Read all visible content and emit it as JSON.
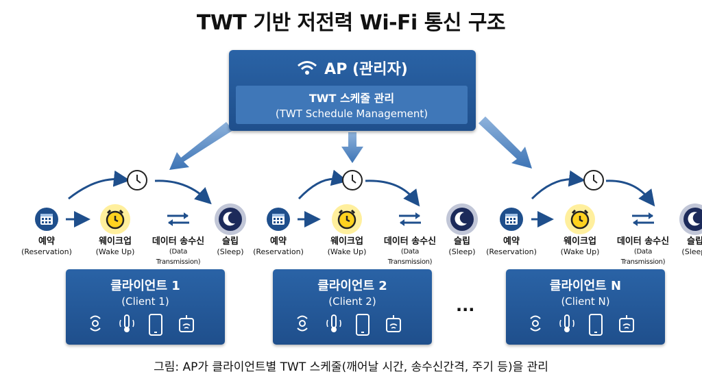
{
  "title": "TWT 기반 저전력 Wi-Fi 통신 구조",
  "ap": {
    "label": "AP (관리자)",
    "schedule_ko": "TWT 스케줄 관리",
    "schedule_en": "(TWT Schedule Management)"
  },
  "groups": [
    {
      "steps": [
        {
          "ko": "예약",
          "en": "(Reservation)",
          "icon": "calendar-icon"
        },
        {
          "ko": "웨이크업",
          "en": "(Wake Up)",
          "icon": "alarm-clock-icon"
        },
        {
          "ko": "데이터 송수신",
          "en": "(Data Transmission)",
          "icon": "exchange-arrows-icon"
        },
        {
          "ko": "슬립",
          "en": "(Sleep)",
          "icon": "moon-icon"
        }
      ],
      "client_ko": "클라이언트 1",
      "client_en": "(Client 1)"
    },
    {
      "steps": [
        {
          "ko": "예약",
          "en": "(Reservation)",
          "icon": "calendar-icon"
        },
        {
          "ko": "웨이크업",
          "en": "(Wake Up)",
          "icon": "alarm-clock-icon"
        },
        {
          "ko": "데이터 송수신",
          "en": "(Data Transmission)",
          "icon": "exchange-arrows-icon"
        },
        {
          "ko": "슬립",
          "en": "(Sleep)",
          "icon": "moon-icon"
        }
      ],
      "client_ko": "클라이언트 2",
      "client_en": "(Client 2)"
    },
    {
      "steps": [
        {
          "ko": "예약",
          "en": "(Reservation)",
          "icon": "calendar-icon"
        },
        {
          "ko": "웨이크업",
          "en": "(Wake Up)",
          "icon": "alarm-clock-icon"
        },
        {
          "ko": "데이터 송수신",
          "en": "(Data Transmission)",
          "icon": "exchange-arrows-icon"
        },
        {
          "ko": "슬립",
          "en": "(Sleep)",
          "icon": "moon-icon"
        }
      ],
      "client_ko": "클라이언트 N",
      "client_en": "(Client N)"
    }
  ],
  "ellipsis": "...",
  "device_icons": [
    "sensor-icon",
    "thermometer-icon",
    "smartphone-icon",
    "iot-hub-icon"
  ],
  "caption": "그림: AP가 클라이언트별 TWT 스케줄(깨어날 시간, 송수신간격, 주기 등)을 관리",
  "colors": {
    "primary": "#1f4f8c",
    "inner": "#3f77b8",
    "glow_yellow": "#ffe14d",
    "moon_bg": "#1c2a5a"
  }
}
